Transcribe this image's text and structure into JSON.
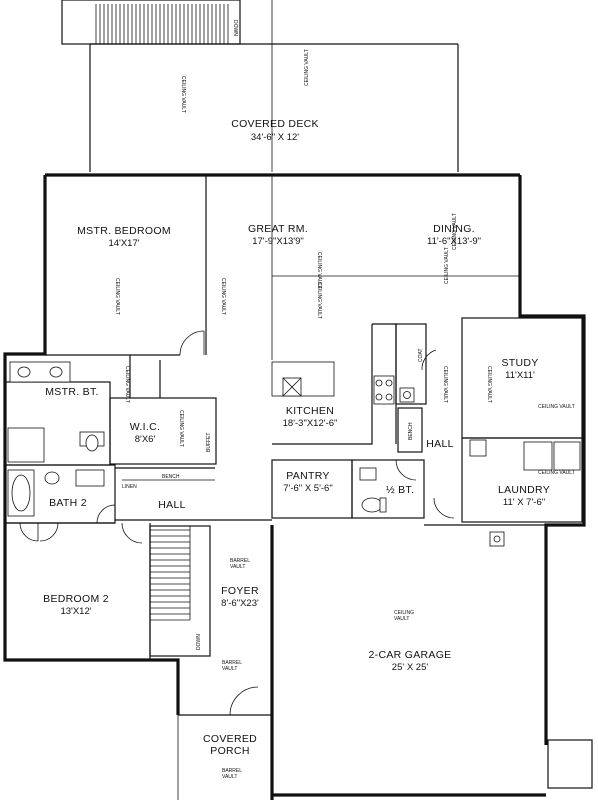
{
  "rooms": {
    "covered_deck": {
      "name": "COVERED DECK",
      "dims": "34'-6\" X 12'"
    },
    "master_bedroom": {
      "name": "MSTR. BEDROOM",
      "dims": "14'X17'"
    },
    "great_room": {
      "name": "GREAT RM.",
      "dims": "17'-9\"X13'9\""
    },
    "dining": {
      "name": "DINING.",
      "dims": "11'-6\"X13'-9\""
    },
    "master_bath": {
      "name": "MSTR. BT."
    },
    "wic": {
      "name": "W.I.C.",
      "dims": "8'X6'"
    },
    "kitchen": {
      "name": "KITCHEN",
      "dims": "18'-3\"X12'-6\""
    },
    "study": {
      "name": "STUDY",
      "dims": "11'X11'"
    },
    "hall_right": {
      "name": "HALL"
    },
    "pantry": {
      "name": "PANTRY",
      "dims": "7'-6\" X 5'-6\""
    },
    "half_bath": {
      "name": "½ BT."
    },
    "laundry": {
      "name": "LAUNDRY",
      "dims": "11' X 7'-6\""
    },
    "bath2": {
      "name": "BATH 2"
    },
    "hall_left": {
      "name": "HALL"
    },
    "bedroom2": {
      "name": "BEDROOM 2",
      "dims": "13'X12'"
    },
    "foyer": {
      "name": "FOYER",
      "dims": "8'-6\"X23'"
    },
    "garage": {
      "name": "2-CAR GARAGE",
      "dims": "25' X 25'"
    },
    "covered_porch": {
      "name": "COVERED",
      "name2": "PORCH"
    }
  },
  "notes": {
    "ceiling_vault": "CEILING VAULT",
    "ceiling": "CEILING",
    "vault": "VAULT",
    "barrel": "BARREL",
    "down": "DOWN",
    "coat": "COAT",
    "bench": "BENCH",
    "buffet": "BUFFET",
    "linen": "LINEN"
  }
}
